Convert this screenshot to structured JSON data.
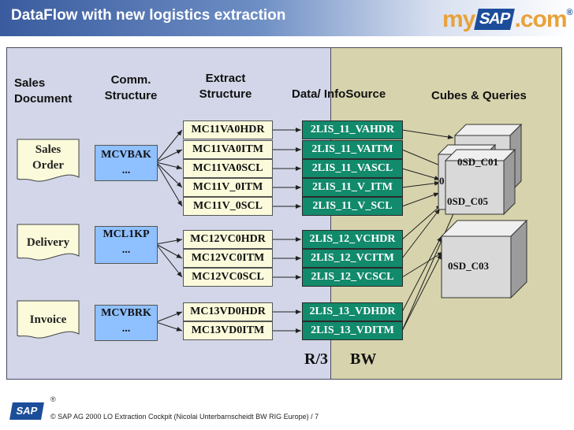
{
  "title": "DataFlow with new logistics extraction",
  "logo": {
    "my": "my",
    "sap": "SAP",
    "dotcom": ".com",
    "reg": "®"
  },
  "headers": {
    "sales_document": "Sales\nDocument",
    "comm_structure": "Comm.\nStructure",
    "extract_structure": "Extract\nStructure",
    "data_infosource": "Data/ InfoSource",
    "cubes_queries": "Cubes & Queries"
  },
  "documents": [
    {
      "label": "Sales\nOrder"
    },
    {
      "label": "Delivery"
    },
    {
      "label": "Invoice"
    }
  ],
  "comm_structures": [
    {
      "name": "MCVBAK",
      "more": "..."
    },
    {
      "name": "MCL1KP",
      "more": "..."
    },
    {
      "name": "MCVBRK",
      "more": "..."
    }
  ],
  "extract_structures": [
    "MC11VA0HDR",
    "MC11VA0ITM",
    "MC11VA0SCL",
    "MC11V_0ITM",
    "MC11V_0SCL",
    "MC12VC0HDR",
    "MC12VC0ITM",
    "MC12VC0SCL",
    "MC13VD0HDR",
    "MC13VD0ITM"
  ],
  "infosources": [
    "2LIS_11_VAHDR",
    "2LIS_11_VAITM",
    "2LIS_11_VASCL",
    "2LIS_11_V_ITM",
    "2LIS_11_V_SCL",
    "2LIS_12_VCHDR",
    "2LIS_12_VCITM",
    "2LIS_12_VCSCL",
    "2LIS_13_VDHDR",
    "2LIS_13_VDITM"
  ],
  "cubes": [
    {
      "label": "0SD_C01"
    },
    {
      "label": "0"
    },
    {
      "label": "0SD_C05"
    },
    {
      "label": "0SD_C03"
    }
  ],
  "region_labels": {
    "r3": "R/3",
    "bw": "BW"
  },
  "footer": {
    "logo": "SAP",
    "reg": "®",
    "text": "©  SAP AG 2000 LO Extraction Cockpit (Nicolai Unterbarnscheidt BW RIG Europe)  / 7"
  },
  "colors": {
    "title_bar": "#3a5b9e",
    "r3_region": "#d2d6e8",
    "bw_region": "#d7d4ad",
    "document": "#fbfbdc",
    "comm_structure": "#8fc0ff",
    "infosource": "#128a6c",
    "cube": "#d9d9d9"
  }
}
